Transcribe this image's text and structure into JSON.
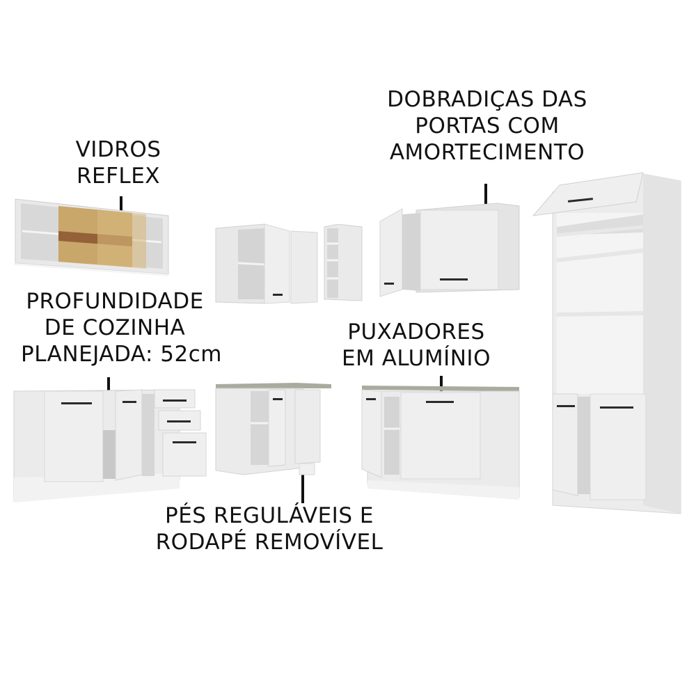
{
  "colors": {
    "background": "#ffffff",
    "cabinet_white": "#eeeeee",
    "cabinet_side": "#e2e2e2",
    "cabinet_shadow": "#cfcfcf",
    "interior": "#d6d6d6",
    "countertop": "#a9ab9f",
    "glass_amber": "#c9a66a",
    "glass_band": "#8f5a34",
    "handle": "#2a2a2a",
    "text": "#111111"
  },
  "callouts": {
    "glass": {
      "lines": [
        "VIDROS",
        "REFLEX"
      ]
    },
    "hinges": {
      "lines": [
        "DOBRADIÇAS DAS",
        "PORTAS COM",
        "AMORTECIMENTO"
      ]
    },
    "depth": {
      "lines": [
        "PROFUNDIDADE",
        "DE COZINHA",
        "PLANEJADA: 52cm"
      ]
    },
    "handles": {
      "lines": [
        "PUXADORES",
        "EM ALUMÍNIO"
      ]
    },
    "feet": {
      "lines": [
        "PÉS REGULÁVEIS E",
        "RODAPÉ REMOVÍVEL"
      ]
    }
  },
  "modules": [
    {
      "id": "wall-glass-cabinet",
      "type": "wall cabinet with sliding reflex glass doors"
    },
    {
      "id": "wall-corner-cabinet",
      "type": "corner wall cabinet, open door"
    },
    {
      "id": "wall-niche",
      "type": "open niche shelf"
    },
    {
      "id": "wall-two-door-cabinet",
      "type": "wall cabinet, two doors"
    },
    {
      "id": "tall-oven-tower",
      "type": "tall tower with flip-up door, shelves, two lower doors"
    },
    {
      "id": "base-sink-drawer-cabinet",
      "type": "base cabinet with doors and 3 drawers"
    },
    {
      "id": "base-corner-cabinet",
      "type": "corner base cabinet with countertop"
    },
    {
      "id": "base-two-door-cabinet",
      "type": "base cabinet with two doors and countertop"
    }
  ]
}
